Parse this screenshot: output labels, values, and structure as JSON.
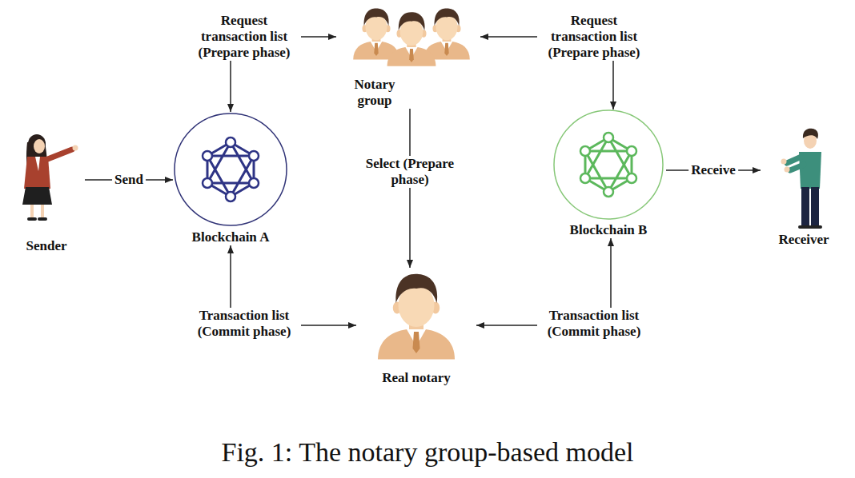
{
  "diagram": {
    "caption": "Fig. 1: The notary group-based model",
    "nodes": [
      {
        "text": [
          "Notary group"
        ]
      },
      {
        "text": [
          "Sender"
        ]
      },
      {
        "text": [
          "Blockchain A"
        ]
      },
      {
        "text": [
          "Blockchain B"
        ]
      },
      {
        "text": [
          "Receiver"
        ]
      },
      {
        "text": [
          "Real notary"
        ]
      }
    ],
    "edges": [
      {
        "from": 0,
        "to": 2,
        "label": "Request transaction list (Prepare phase)",
        "arrow": "both"
      },
      {
        "from": 0,
        "to": 3,
        "label": "Request transaction list (Prepare phase)",
        "arrow": "both"
      },
      {
        "from": 0,
        "to": 5,
        "label": "Select (Prepare phase)",
        "arrow": "to"
      },
      {
        "from": 1,
        "to": 2,
        "label": "Send",
        "arrow": "to"
      },
      {
        "from": 3,
        "to": 4,
        "label": "Receive",
        "arrow": "to"
      },
      {
        "from": 5,
        "to": 2,
        "label": "Transaction list (Commit phase)",
        "arrow": "both"
      },
      {
        "from": 5,
        "to": 3,
        "label": "Transaction list (Commit phase)",
        "arrow": "both"
      }
    ]
  }
}
